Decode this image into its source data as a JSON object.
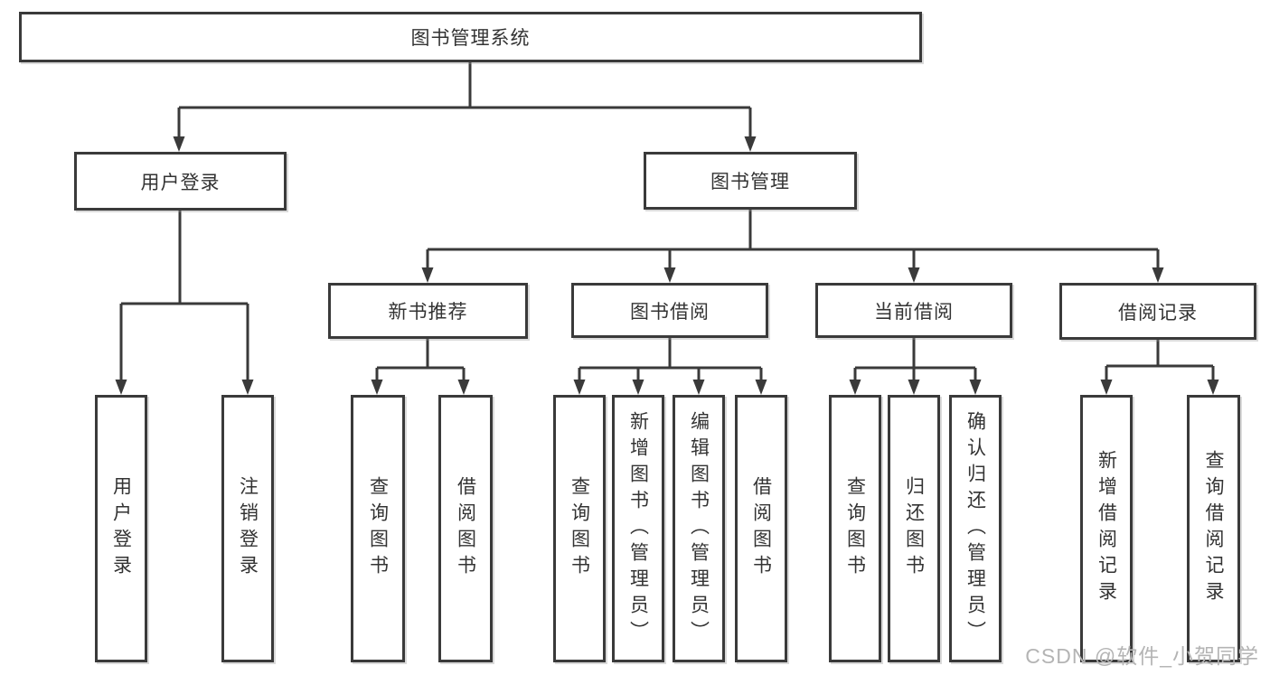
{
  "tree": {
    "root": {
      "label": "图书管理系统"
    },
    "children": [
      {
        "label": "用户登录",
        "children": [
          {
            "label": "用户登录"
          },
          {
            "label": "注销登录"
          }
        ]
      },
      {
        "label": "图书管理",
        "children": [
          {
            "label": "新书推荐",
            "children": [
              {
                "label": "查询图书"
              },
              {
                "label": "借阅图书"
              }
            ]
          },
          {
            "label": "图书借阅",
            "children": [
              {
                "label": "查询图书"
              },
              {
                "label": "新增图书（管理员）"
              },
              {
                "label": "编辑图书（管理员）"
              },
              {
                "label": "借阅图书"
              }
            ]
          },
          {
            "label": "当前借阅",
            "children": [
              {
                "label": "查询图书"
              },
              {
                "label": "归还图书"
              },
              {
                "label": "确认归还（管理员）"
              }
            ]
          },
          {
            "label": "借阅记录",
            "children": [
              {
                "label": "新增借阅记录"
              },
              {
                "label": "查询借阅记录"
              }
            ]
          }
        ]
      }
    ]
  },
  "watermark": {
    "text": "CSDN @软件_小贺同学"
  },
  "theme": {
    "line_color": "#3a3a3a",
    "text_color": "#333333",
    "background": "#ffffff",
    "watermark_color": "#b4b4b4"
  }
}
